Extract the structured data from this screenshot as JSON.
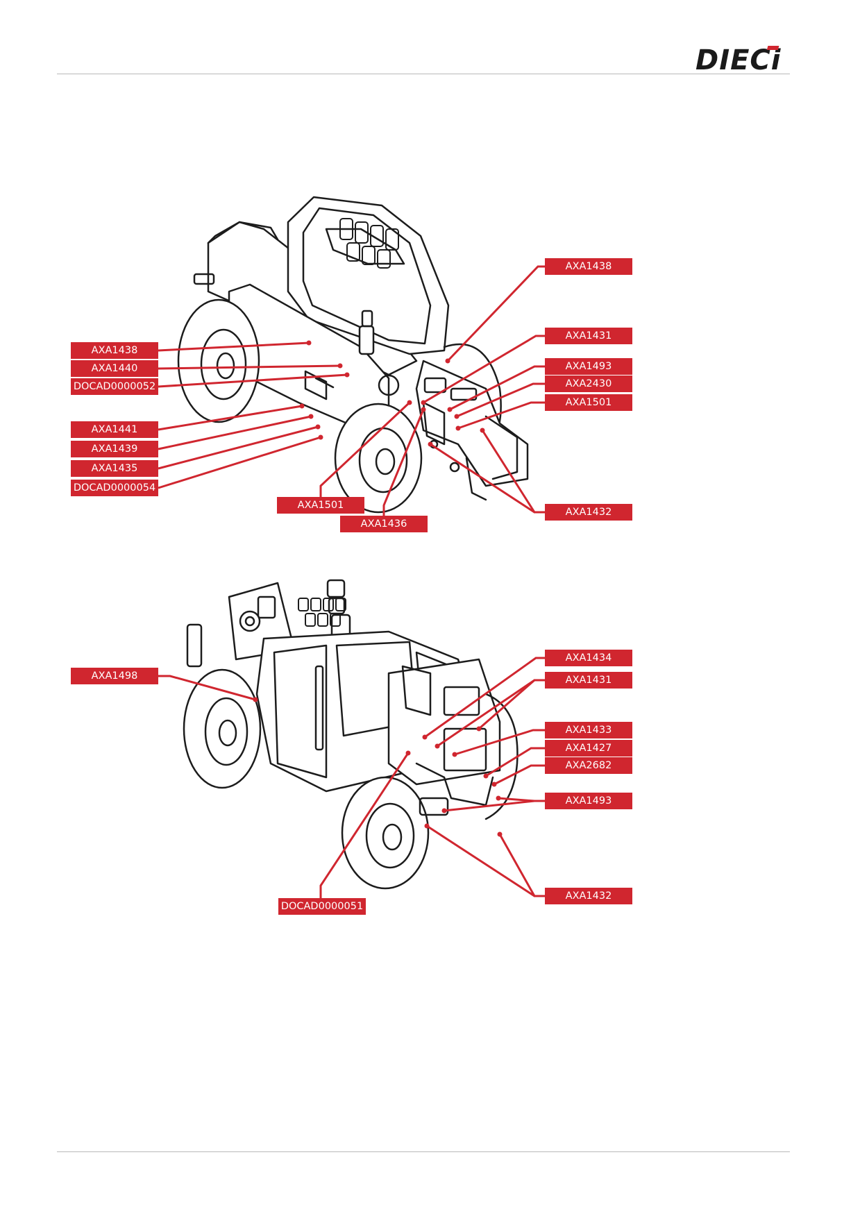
{
  "brand": {
    "logo_text": "DIECi",
    "accent": "#d0262f"
  },
  "top_diagram": {
    "labels": [
      "AXA1438",
      "AXA1431",
      "AXA1493",
      "AXA2430",
      "AXA1501",
      "AXA1432",
      "AXA1438",
      "AXA1440",
      "DOCAD0000052",
      "AXA1441",
      "AXA1439",
      "AXA1435",
      "DOCAD0000054",
      "AXA1501",
      "AXA1436"
    ]
  },
  "bottom_diagram": {
    "labels": [
      "AXA1434",
      "AXA1431",
      "AXA1433",
      "AXA1427",
      "AXA2682",
      "AXA1493",
      "AXA1432",
      "AXA1498",
      "DOCAD0000051"
    ]
  }
}
